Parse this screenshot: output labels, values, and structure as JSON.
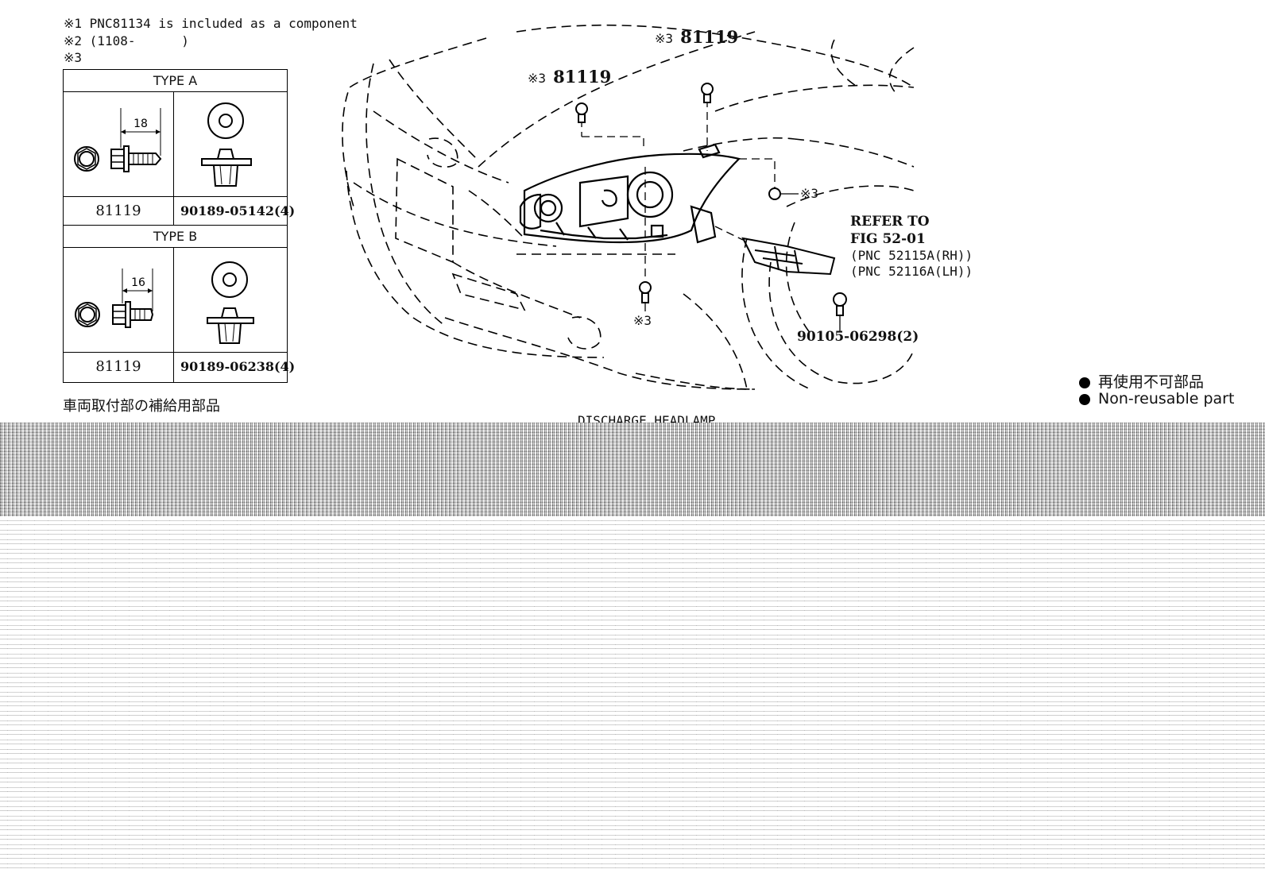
{
  "notes": {
    "n1": "※1 PNC81134 is included as a component",
    "n2": "※2 (1108-      )",
    "n3": "※3"
  },
  "table": {
    "type_a": {
      "title": "TYPE A",
      "dim": "18",
      "bolt_pn": "81119",
      "clip_pn": "90189-05142(4)"
    },
    "type_b": {
      "title": "TYPE B",
      "dim": "16",
      "bolt_pn": "81119",
      "clip_pn": "90189-06238(4)"
    }
  },
  "callouts": {
    "top_ref": "※3",
    "top_pn": "81119",
    "left_ref": "※3",
    "left_pn": "81119",
    "mid_ref": "※3",
    "bottom_ref": "※3",
    "refer_line1": "REFER TO",
    "refer_line2": "FIG 52-01",
    "refer_line3": "(PNC 52115A(RH))",
    "refer_line4": "(PNC 52116A(LH))",
    "bolt_pn": "90105-06298(2)"
  },
  "legend": {
    "jp": "再使用不可部品",
    "en": "Non-reusable part"
  },
  "footer": {
    "jp_note": "車両取付部の補給用部品",
    "title_partial": "DISCHARGE HEADLAMP"
  }
}
